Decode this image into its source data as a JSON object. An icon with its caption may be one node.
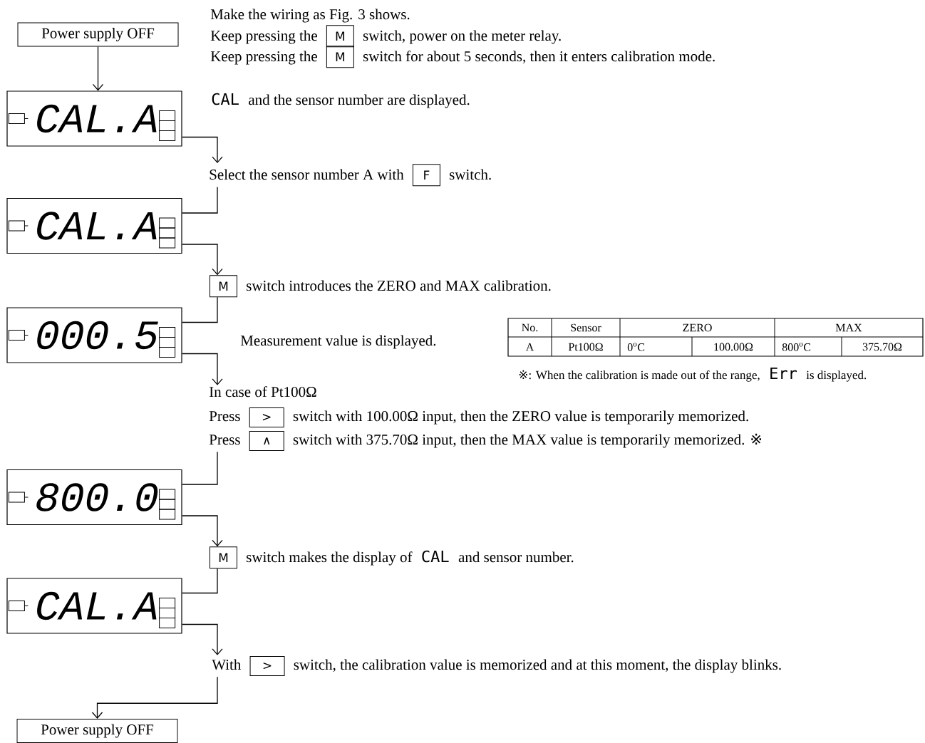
{
  "diagram": {
    "nodes": [
      {
        "text": [
          "Power supply OFF"
        ]
      },
      {
        "text": [
          "M"
        ]
      },
      {
        "text": [
          "M"
        ]
      },
      {
        "text": [
          "CAL.A"
        ],
        "beside": [
          "CAL",
          "and the sensor number are displayed."
        ]
      },
      {
        "text": [
          "Select the sensor number A with",
          "switch."
        ]
      },
      {
        "text": [
          "F"
        ],
        "in": 4
      },
      {
        "text": [
          "CAL.A"
        ]
      },
      {
        "text": [
          "M"
        ],
        "beside": [
          "switch introduces the ZERO and MAX calibration."
        ]
      },
      {
        "text": [
          "000.5"
        ],
        "beside": [
          "Measurement value is displayed."
        ]
      },
      {
        "text": [
          "In case of Pt100Ω",
          "Press",
          "switch with 100.00Ω input, then the ZERO value is temporarily memorized.",
          "Press",
          "switch with 375.70Ω input, then the MAX value is temporarily memorized. ※"
        ]
      },
      {
        "text": [
          ">"
        ],
        "in": 9
      },
      {
        "text": [
          "∧"
        ],
        "in": 9
      },
      {
        "text": [
          "800.0"
        ]
      },
      {
        "text": [
          "M"
        ],
        "beside": [
          "switch makes the display of",
          "CAL",
          "and sensor number."
        ]
      },
      {
        "text": [
          "CAL.A"
        ]
      },
      {
        "text": [
          "With",
          "switch, the calibration value is memorized and at this moment, the display blinks."
        ]
      },
      {
        "text": [
          ">"
        ],
        "in": 15
      },
      {
        "text": [
          "Power supply OFF"
        ]
      }
    ],
    "edges": [
      {
        "from": 0,
        "to": 3,
        "arrow": "to"
      },
      {
        "from": 3,
        "to": 4,
        "arrow": "to"
      },
      {
        "from": 4,
        "to": 6,
        "arrow": "none"
      },
      {
        "from": 6,
        "to": 7,
        "arrow": "to"
      },
      {
        "from": 7,
        "to": 8,
        "arrow": "none"
      },
      {
        "from": 8,
        "to": 9,
        "arrow": "to"
      },
      {
        "from": 9,
        "to": 12,
        "arrow": "none"
      },
      {
        "from": 12,
        "to": 13,
        "arrow": "to"
      },
      {
        "from": 13,
        "to": 14,
        "arrow": "none"
      },
      {
        "from": 14,
        "to": 15,
        "arrow": "to"
      },
      {
        "from": 15,
        "to": 17,
        "arrow": "to"
      }
    ],
    "labels": [
      "Make the wiring as Fig. 3 shows.",
      "Keep pressing the",
      "switch, power on the meter relay.",
      "Keep pressing the",
      "switch for about 5 seconds, then it enters calibration mode.",
      "No.",
      "Sensor",
      "ZERO",
      "MAX",
      "A",
      "Pt100Ω",
      "0$^{o}$C",
      "100.00Ω",
      "800$^{o}$C",
      "375.70Ω",
      "※: When the calibration is made out of the range,",
      "Err",
      "is displayed."
    ]
  }
}
